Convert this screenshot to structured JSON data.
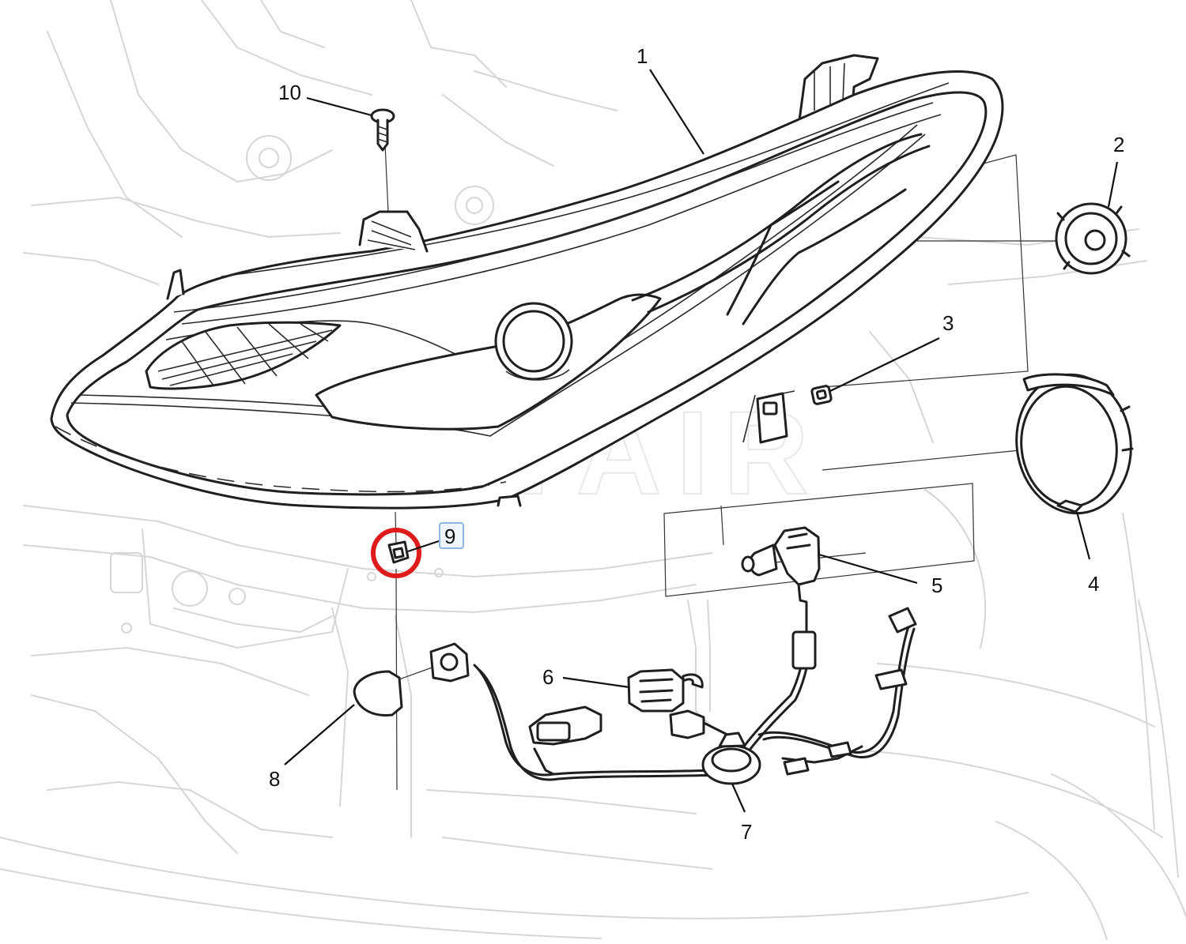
{
  "diagram": {
    "callouts": [
      {
        "id": "1",
        "label": "1"
      },
      {
        "id": "2",
        "label": "2"
      },
      {
        "id": "3",
        "label": "3"
      },
      {
        "id": "4",
        "label": "4"
      },
      {
        "id": "5",
        "label": "5"
      },
      {
        "id": "6",
        "label": "6"
      },
      {
        "id": "7",
        "label": "7"
      },
      {
        "id": "8",
        "label": "8"
      },
      {
        "id": "9",
        "label": "9",
        "highlighted": true
      },
      {
        "id": "10",
        "label": "10"
      }
    ],
    "highlight": {
      "part": "9",
      "ring_color": "#e01b1b",
      "box_color": "#8fb8de"
    },
    "watermark": "REYAIR"
  }
}
